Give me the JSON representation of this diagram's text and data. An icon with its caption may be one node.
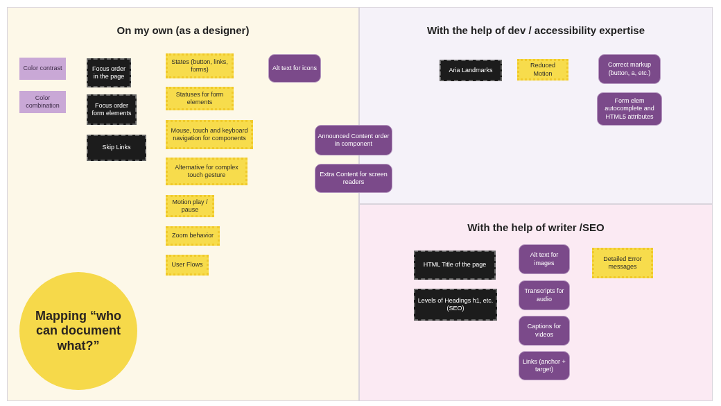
{
  "diagram": {
    "nodes": [
      {
        "text": [
          "On my own (as a designer)"
        ]
      },
      {
        "text": [
          "Color contrast"
        ],
        "in": 0
      },
      {
        "text": [
          "Color combination"
        ],
        "in": 0
      },
      {
        "text": [
          "Focus order in the page"
        ],
        "in": 0
      },
      {
        "text": [
          "Focus order form elements"
        ],
        "in": 0
      },
      {
        "text": [
          "Skip Links"
        ],
        "in": 0
      },
      {
        "text": [
          "States (button, links, forms)"
        ],
        "in": 0
      },
      {
        "text": [
          "Statuses for form elements"
        ],
        "in": 0
      },
      {
        "text": [
          "Mouse, touch and keyboard navigation for components"
        ],
        "in": 0
      },
      {
        "text": [
          "Alternative for complex touch gesture"
        ],
        "in": 0
      },
      {
        "text": [
          "Motion play / pause"
        ],
        "in": 0
      },
      {
        "text": [
          "Zoom behavior"
        ],
        "in": 0
      },
      {
        "text": [
          "User Flows"
        ],
        "in": 0
      },
      {
        "text": [
          "Alt text for icons"
        ],
        "in": 0
      },
      {
        "text": [
          "Mapping “who can document what?”"
        ],
        "in": 0
      },
      {
        "text": [
          "Announced Content order in component"
        ]
      },
      {
        "text": [
          "Extra Content for screen readers"
        ]
      },
      {
        "text": [
          "With the help of dev / accessibility expertise"
        ]
      },
      {
        "text": [
          "Aria Landmarks"
        ],
        "in": 17
      },
      {
        "text": [
          "Reduced Motion"
        ],
        "in": 17
      },
      {
        "text": [
          "Correct markup (button, a, etc.)"
        ],
        "in": 17
      },
      {
        "text": [
          "Form elem autocomplete and HTML5 attributes"
        ],
        "in": 17
      },
      {
        "text": [
          "With the help of writer /SEO"
        ]
      },
      {
        "text": [
          "HTML Title of the page"
        ],
        "in": 22
      },
      {
        "text": [
          "Levels of Headings h1, etc. (SEO)"
        ],
        "in": 22
      },
      {
        "text": [
          "Alt text for images"
        ],
        "in": 22
      },
      {
        "text": [
          "Transcripts for audio"
        ],
        "in": 22
      },
      {
        "text": [
          "Captions for videos"
        ],
        "in": 22
      },
      {
        "text": [
          "Links (anchor + target)"
        ],
        "in": 22
      },
      {
        "text": [
          "Detailed Error messages"
        ],
        "in": 22
      }
    ]
  }
}
